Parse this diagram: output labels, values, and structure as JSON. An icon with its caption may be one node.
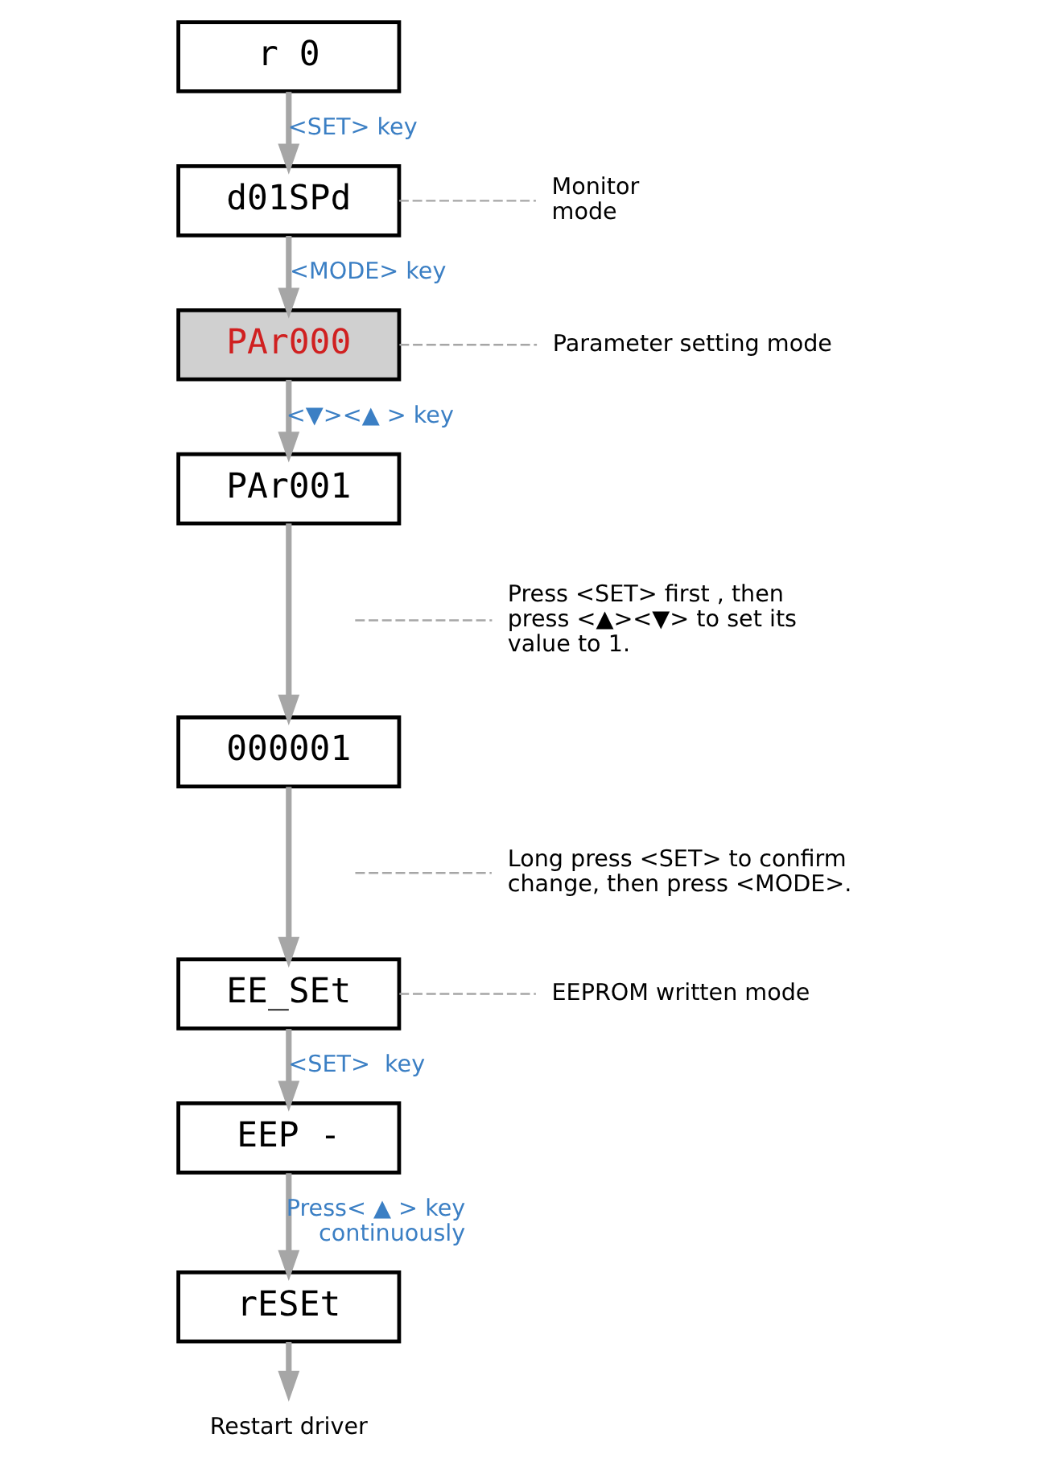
{
  "diagram": {
    "nodes": [
      {
        "text": [
          "r 0"
        ]
      },
      {
        "text": [
          "d01SPd"
        ]
      },
      {
        "text": [
          "Monitor mode"
        ]
      },
      {
        "text": [
          "PAr000"
        ]
      },
      {
        "text": [
          "Parameter setting mode"
        ]
      },
      {
        "text": [
          "PAr001"
        ]
      },
      {
        "text": [
          "Press <SET> first , then press <▲><▼> to set its value to 1."
        ]
      },
      {
        "text": [
          "000001"
        ]
      },
      {
        "text": [
          "Long press <SET> to confirm change, then press <MODE>."
        ]
      },
      {
        "text": [
          "EE_SEt"
        ]
      },
      {
        "text": [
          "EEPROM written mode"
        ]
      },
      {
        "text": [
          "EEP -"
        ]
      },
      {
        "text": [
          "rESEt"
        ]
      },
      {
        "text": [
          "Restart driver"
        ]
      }
    ],
    "edges": [
      {
        "from": 0,
        "to": 1,
        "arrow": "to",
        "label": "<SET> key"
      },
      {
        "from": 1,
        "to": 3,
        "arrow": "to",
        "label": "<MODE> key"
      },
      {
        "from": 3,
        "to": 5,
        "arrow": "to",
        "label": "<▼><▲ > key"
      },
      {
        "from": 5,
        "to": 7,
        "arrow": "to"
      },
      {
        "from": 7,
        "to": 9,
        "arrow": "to"
      },
      {
        "from": 9,
        "to": 11,
        "arrow": "to",
        "label": "<SET>  key"
      },
      {
        "from": 11,
        "to": 12,
        "arrow": "to",
        "label": "Press< ▲ > key continuously"
      },
      {
        "from": 12,
        "to": 13,
        "arrow": "to"
      },
      {
        "from": 1,
        "to": 2,
        "arrow": "none",
        "style": "dashed"
      },
      {
        "from": 3,
        "to": 4,
        "arrow": "none",
        "style": "dashed"
      },
      {
        "from": null,
        "to": 6,
        "arrow": "none",
        "style": "dashed"
      },
      {
        "from": null,
        "to": 8,
        "arrow": "none",
        "style": "dashed"
      },
      {
        "from": 9,
        "to": 10,
        "arrow": "none",
        "style": "dashed"
      }
    ]
  }
}
